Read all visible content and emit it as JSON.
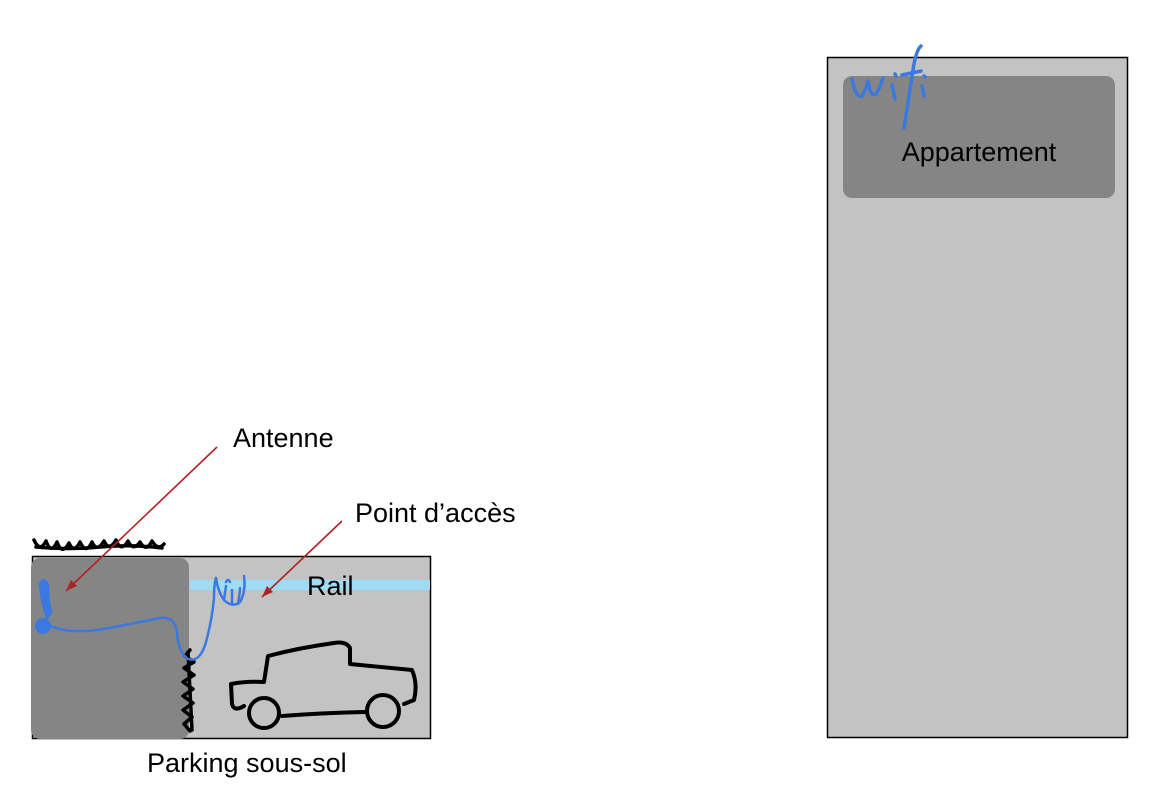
{
  "labels": {
    "appartement": "Appartement",
    "antenne": "Antenne",
    "point_acces": "Point d’accès",
    "rail": "Rail",
    "parking": "Parking sous-sol",
    "wifi": "wifi"
  },
  "colors": {
    "building_fill": "#c3c3c3",
    "room_fill": "#858585",
    "rail": "#9fdcf4",
    "cable": "#3b78e0",
    "arrow": "#b02323",
    "ink": "#000000"
  },
  "icons": {
    "car": "car-sketch-icon",
    "antenna": "antenna-icon"
  }
}
